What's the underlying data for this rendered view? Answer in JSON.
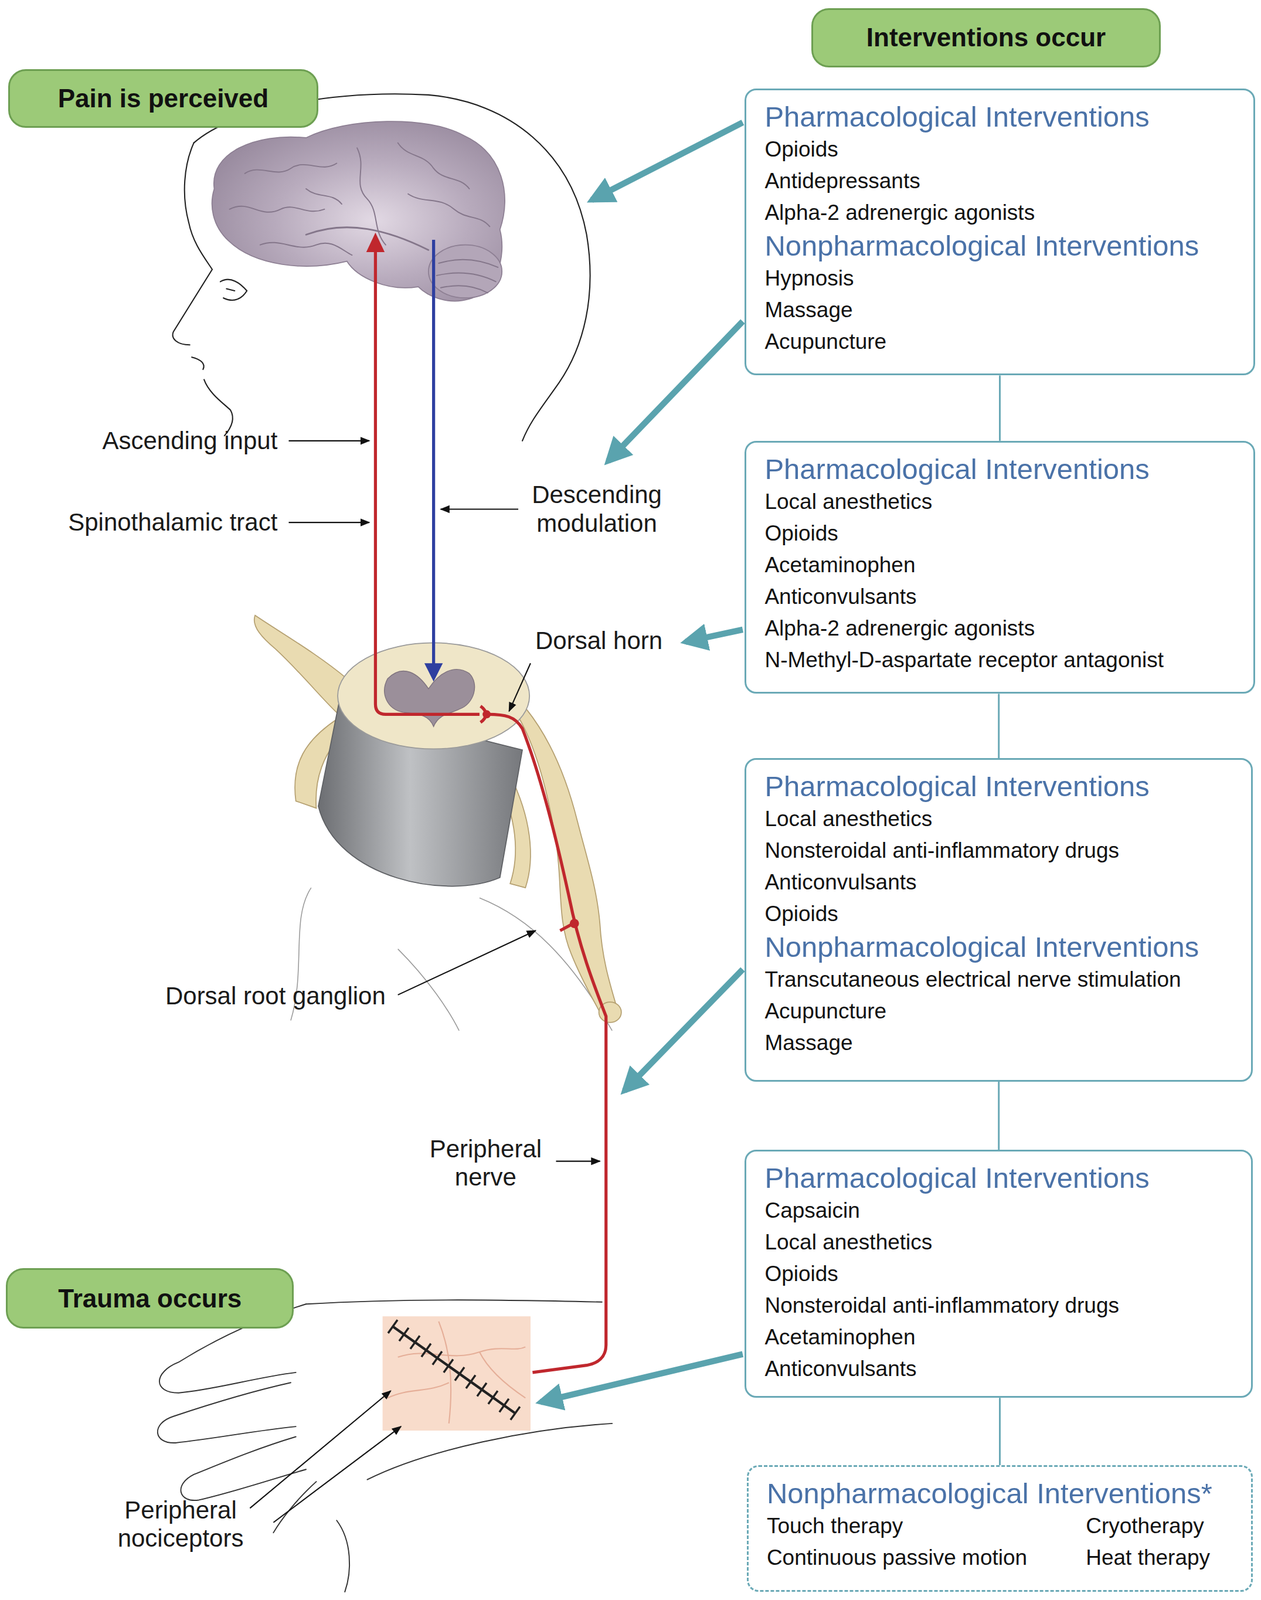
{
  "diagram": {
    "nodes": [
      {
        "text": [
          "Pain is perceived"
        ]
      },
      {
        "text": [
          "Interventions occur"
        ]
      },
      {
        "text": [
          "Pharmacological Interventions",
          "Opioids",
          "Antidepressants",
          "Alpha-2 adrenergic agonists",
          "Nonpharmacological Interventions",
          "Hypnosis",
          "Massage",
          "Acupuncture"
        ]
      },
      {
        "text": [
          "Pharmacological Interventions",
          "Local anesthetics",
          "Opioids",
          "Acetaminophen",
          "Anticonvulsants",
          "Alpha-2 adrenergic agonists",
          "N-Methyl-D-aspartate receptor antagonist"
        ]
      },
      {
        "text": [
          "Pharmacological Interventions",
          "Local anesthetics",
          "Nonsteroidal anti-inflammatory drugs",
          "Anticonvulsants",
          "Opioids",
          "Nonpharmacological Interventions",
          "Transcutaneous electrical nerve stimulation",
          "Acupuncture",
          "Massage"
        ]
      },
      {
        "text": [
          "Pharmacological Interventions",
          "Capsaicin",
          "Local anesthetics",
          "Opioids",
          "Nonsteroidal anti-inflammatory drugs",
          "Acetaminophen",
          "Anticonvulsants"
        ]
      },
      {
        "text": [
          "Nonpharmacological Interventions*",
          "Touch therapy",
          "Cryotherapy",
          "Continuous passive motion",
          "Heat therapy"
        ]
      },
      {
        "text": [
          "Trauma occurs"
        ]
      }
    ],
    "edges": [
      {
        "from": 2,
        "to": 3,
        "arrow": "none"
      },
      {
        "from": 3,
        "to": 4,
        "arrow": "none"
      },
      {
        "from": 4,
        "to": 5,
        "arrow": "none"
      },
      {
        "from": 5,
        "to": 6,
        "arrow": "none"
      }
    ],
    "labels": [
      "Ascending input",
      "Spinothalamic tract",
      "Descending modulation",
      "Dorsal horn",
      "Dorsal root ganglion",
      "Peripheral nerve",
      "Peripheral nociceptors"
    ]
  }
}
